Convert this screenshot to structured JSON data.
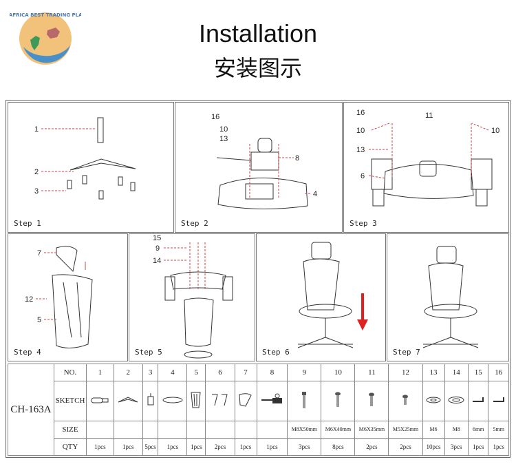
{
  "logo": {
    "text": "CHINA-AFRICA BEST TRADING PLATFORM"
  },
  "header": {
    "title_en": "Installation",
    "title_cn": "安装图示"
  },
  "steps": [
    {
      "label": "Step 1",
      "callouts": [
        "1",
        "2",
        "3"
      ]
    },
    {
      "label": "Step 2",
      "callouts": [
        "16",
        "10",
        "13",
        "8",
        "4"
      ]
    },
    {
      "label": "Step 3",
      "callouts": [
        "16",
        "11",
        "10",
        "10",
        "13",
        "6"
      ]
    },
    {
      "label": "Step 4",
      "callouts": [
        "7",
        "12",
        "5"
      ]
    },
    {
      "label": "Step 5",
      "callouts": [
        "15",
        "9",
        "14"
      ]
    },
    {
      "label": "Step 6",
      "callouts": []
    },
    {
      "label": "Step 7",
      "callouts": []
    }
  ],
  "parts_table": {
    "model": "CH-163A",
    "row_labels": {
      "no": "NO.",
      "sketch": "SKETCH",
      "size": "SIZE",
      "qty": "QTY"
    },
    "numbers": [
      "1",
      "2",
      "3",
      "4",
      "5",
      "6",
      "7",
      "8",
      "9",
      "10",
      "11",
      "12",
      "13",
      "14",
      "15",
      "16"
    ],
    "sizes": [
      "",
      "",
      "",
      "",
      "",
      "",
      "",
      "",
      "M8X50mm",
      "M6X40mm",
      "M6X35mm",
      "M5X25mm",
      "M6",
      "M8",
      "6mm",
      "5mm"
    ],
    "qty": [
      "1pcs",
      "1pcs",
      "5pcs",
      "1pcs",
      "1pcs",
      "2pcs",
      "1pcs",
      "1pcs",
      "3pcs",
      "8pcs",
      "2pcs",
      "2pcs",
      "10pcs",
      "3pcs",
      "1pcs",
      "1pcs"
    ]
  }
}
